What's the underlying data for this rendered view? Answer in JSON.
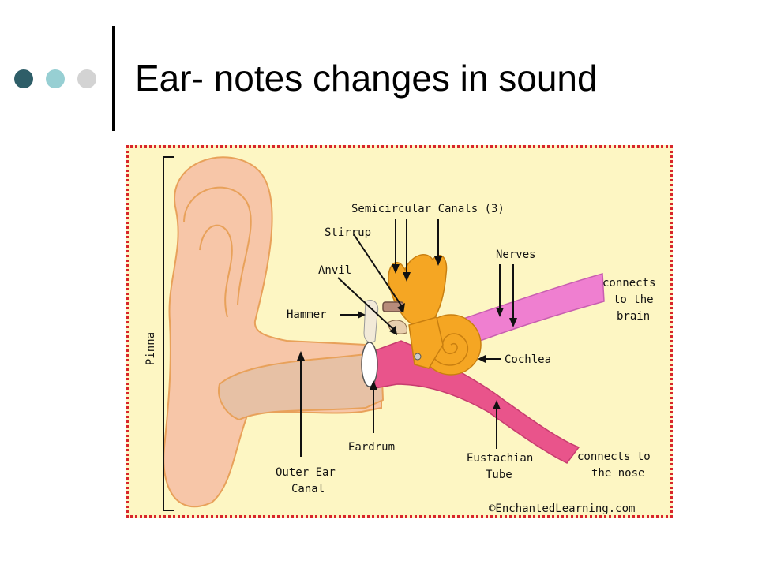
{
  "slide": {
    "title": "Ear- notes changes in sound",
    "bullet_colors": [
      "#2e5e68",
      "#97cfd3",
      "#d3d3d3"
    ]
  },
  "diagram": {
    "labels": {
      "pinna": "Pinna",
      "semicircular": "Semicircular Canals (3)",
      "stirrup": "Stirrup",
      "nerves": "Nerves",
      "anvil": "Anvil",
      "brain_line1": "connects",
      "brain_line2": "to the",
      "brain_line3": "brain",
      "hammer": "Hammer",
      "cochlea": "Cochlea",
      "eardrum": "Eardrum",
      "eustachian_line1": "Eustachian",
      "eustachian_line2": "Tube",
      "nose_line1": "connects to",
      "nose_line2": "the nose",
      "outer_line1": "Outer Ear",
      "outer_line2": "Canal",
      "copyright": "©EnchantedLearning.com"
    },
    "colors": {
      "background": "#fdf6c3",
      "border": "#d8252b",
      "skin": "#f7c6a8",
      "canal": "#e7c1a5",
      "outline": "#e8a15a",
      "inner_ear": "#f5a623",
      "tube": "#e9548b",
      "nerve": "#ef7fd0"
    }
  }
}
